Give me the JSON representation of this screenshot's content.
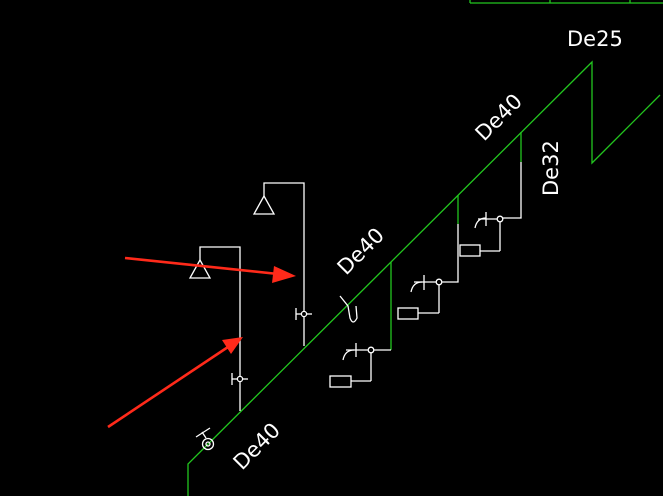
{
  "labels": {
    "de25": "De25",
    "de40_top": "De40",
    "de32": "De32",
    "de40_mid": "De40",
    "de40_bottom": "De40"
  },
  "colors": {
    "background": "#000000",
    "pipe": "#22c51f",
    "fixture": "#ffffff",
    "annotation_arrow": "#ff2a1a"
  }
}
